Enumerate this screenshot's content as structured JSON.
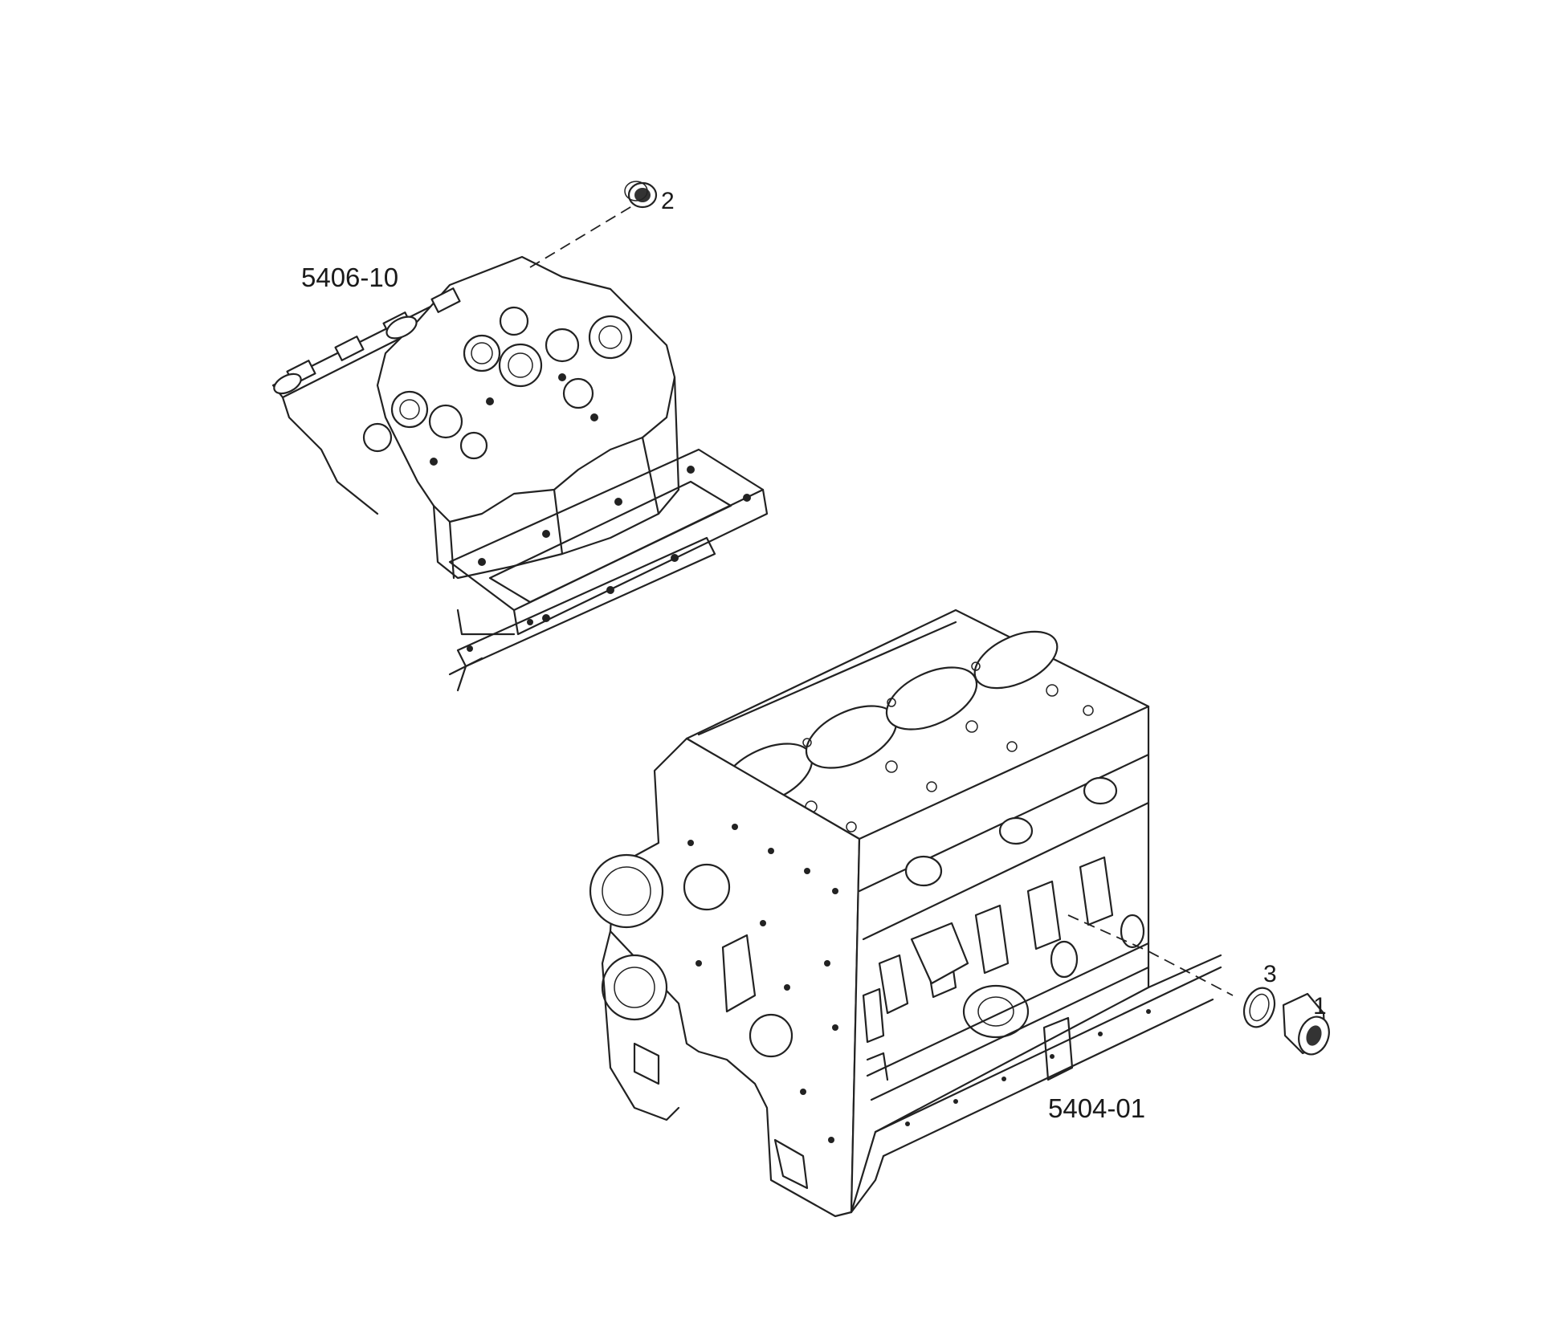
{
  "assemblies": [
    {
      "id": "cylinder-head-assembly",
      "label": "5406-10"
    },
    {
      "id": "engine-block-assembly",
      "label": "5404-01"
    }
  ],
  "callouts": [
    {
      "id": "plug",
      "number": "1"
    },
    {
      "id": "head-seal",
      "number": "2"
    },
    {
      "id": "sealing-ring",
      "number": "3"
    }
  ],
  "colors": {
    "line": "#222222",
    "background": "#ffffff"
  }
}
